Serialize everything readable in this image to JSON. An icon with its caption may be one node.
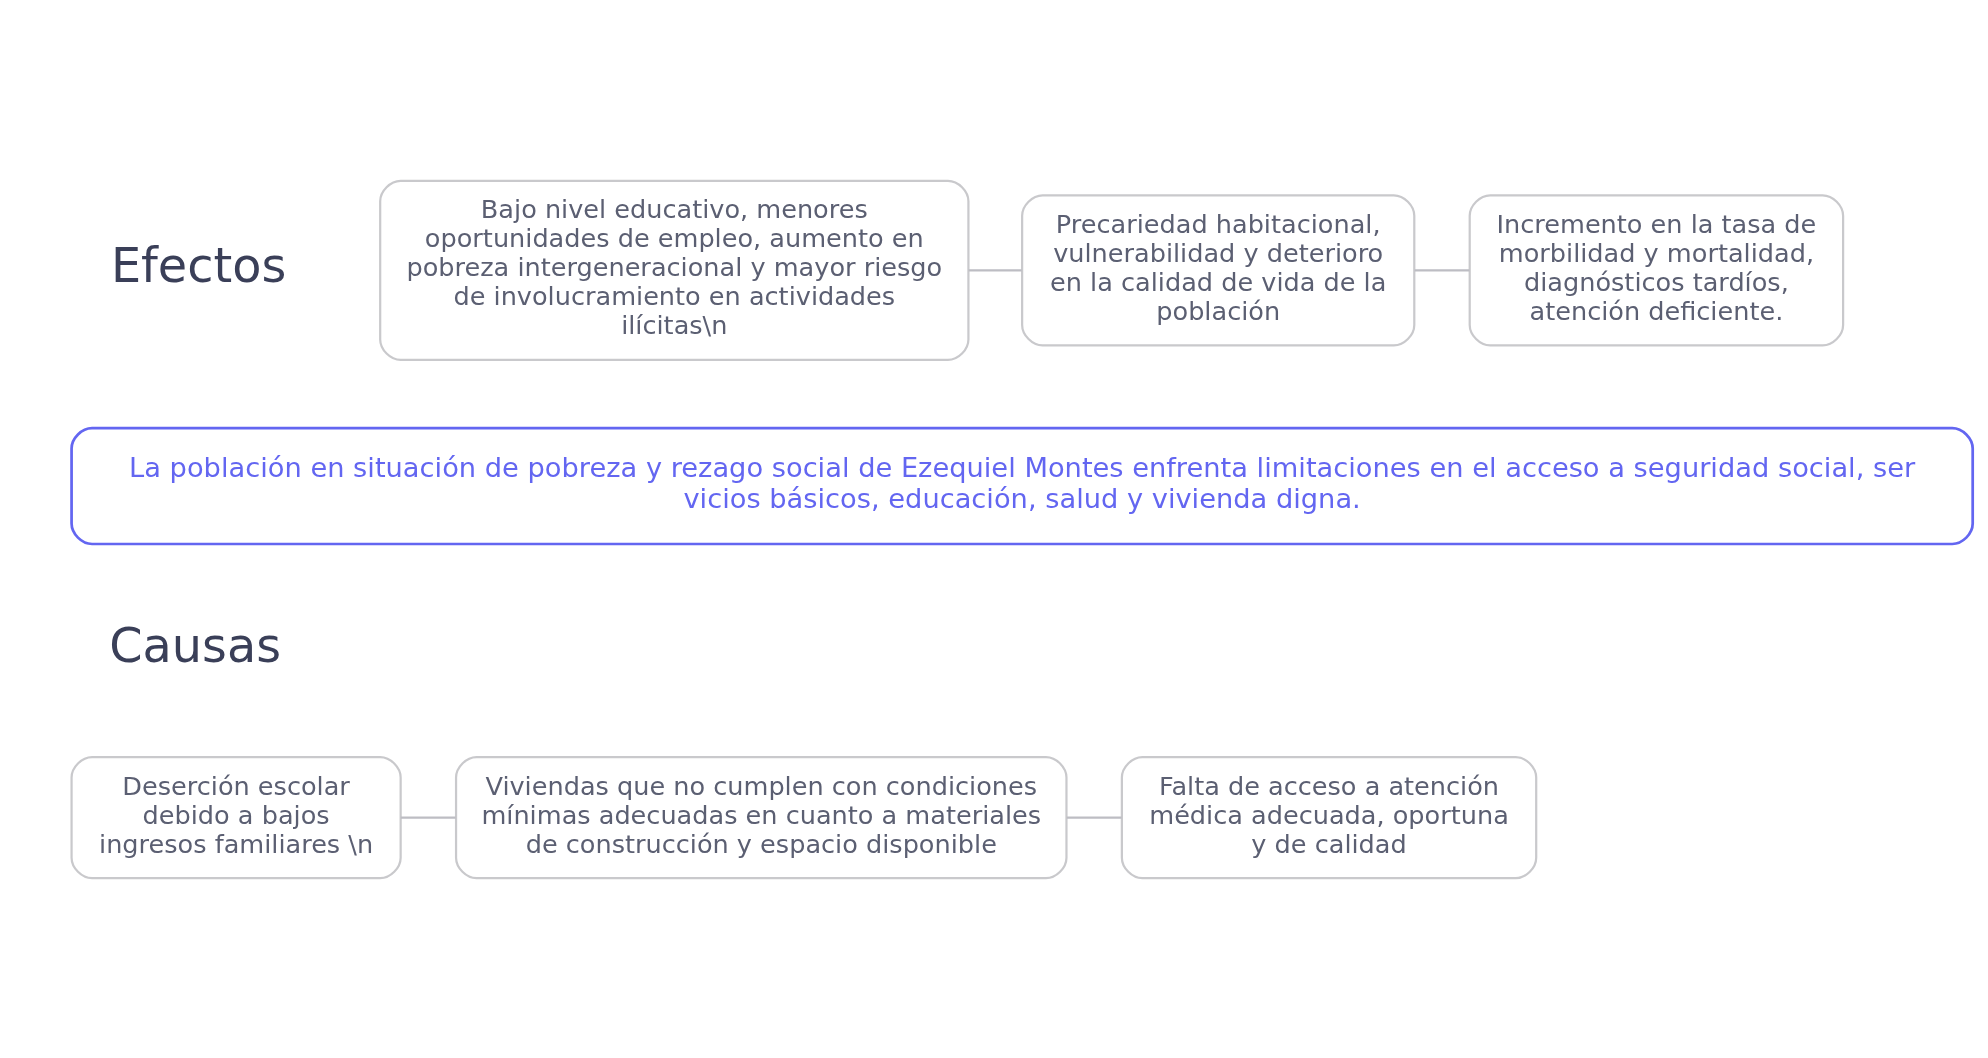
{
  "diagram": {
    "nodes": [
      {
        "text": [
          "Bajo nivel educativo, menores oportunidades de empleo, aumento en pobreza intergeneracional y mayor riesgo de involucramiento en actividades ilícitas\\n"
        ]
      },
      {
        "text": [
          "Precariedad habitacional, vulnerabilidad y deterioro en la calidad de vida de la población"
        ]
      },
      {
        "text": [
          "Incremento en la tasa de morbilidad y mortalidad, diagnósticos tardíos, atención deficiente."
        ]
      },
      {
        "text": [
          "La población en situación de pobreza y rezago social de Ezequiel Montes enfrenta limitaciones en el acceso a seguridad social, ser vicios básicos, educación, salud y vivienda digna."
        ]
      },
      {
        "text": [
          "Deserción escolar debido a bajos ingresos familiares \\n"
        ]
      },
      {
        "text": [
          "Viviendas que no cumplen con condiciones mínimas adecuadas en cuanto a materiales de construcción y espacio disponible"
        ]
      },
      {
        "text": [
          "Falta de acceso a atención médica adecuada, oportuna y de calidad"
        ]
      }
    ],
    "edges": [
      {
        "from": 0,
        "to": 1,
        "arrow": "none"
      },
      {
        "from": 1,
        "to": 2,
        "arrow": "none"
      },
      {
        "from": 4,
        "to": 5,
        "arrow": "none"
      },
      {
        "from": 5,
        "to": 6,
        "arrow": "none"
      }
    ],
    "labels": [
      "Efectos",
      "Causas"
    ]
  }
}
